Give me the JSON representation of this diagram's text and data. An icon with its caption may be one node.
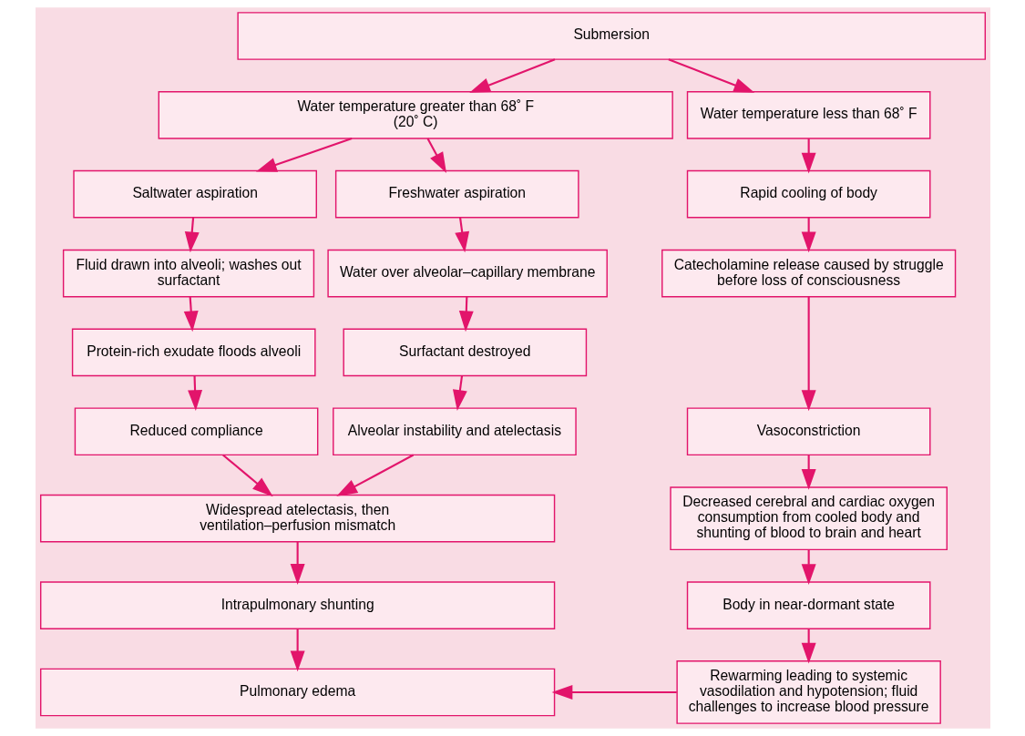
{
  "diagram": {
    "nodes": [
      {
        "text": [
          "Submersion"
        ]
      },
      {
        "text": [
          "Water temperature greater than 68˚ F (20˚ C)"
        ]
      },
      {
        "text": [
          "Water temperature less than 68˚ F"
        ]
      },
      {
        "text": [
          "Saltwater aspiration"
        ]
      },
      {
        "text": [
          "Freshwater aspiration"
        ]
      },
      {
        "text": [
          "Rapid cooling of body"
        ]
      },
      {
        "text": [
          "Fluid drawn into alveoli; washes out surfactant"
        ]
      },
      {
        "text": [
          "Water over alveolar–capillary membrane"
        ]
      },
      {
        "text": [
          "Catecholamine release caused by struggle before loss of consciousness"
        ]
      },
      {
        "text": [
          "Protein-rich exudate floods alveoli"
        ]
      },
      {
        "text": [
          "Surfactant destroyed"
        ]
      },
      {
        "text": [
          "Vasoconstriction"
        ]
      },
      {
        "text": [
          "Reduced compliance"
        ]
      },
      {
        "text": [
          "Alveolar instability and atelectasis"
        ]
      },
      {
        "text": [
          "Decreased cerebral and cardiac oxygen consumption from cooled body and shunting of blood to brain and heart"
        ]
      },
      {
        "text": [
          "Widespread atelectasis, then ventilation–perfusion mismatch"
        ]
      },
      {
        "text": [
          "Body in near-dormant state"
        ]
      },
      {
        "text": [
          "Intrapulmonary shunting"
        ]
      },
      {
        "text": [
          "Rewarming leading to systemic vasodilation and hypotension; fluid challenges to increase blood pressure"
        ]
      },
      {
        "text": [
          "Pulmonary edema"
        ]
      }
    ],
    "edges": [
      {
        "from": 0,
        "to": 1,
        "arrow": "to"
      },
      {
        "from": 0,
        "to": 2,
        "arrow": "to"
      },
      {
        "from": 1,
        "to": 3,
        "arrow": "to"
      },
      {
        "from": 1,
        "to": 4,
        "arrow": "to"
      },
      {
        "from": 2,
        "to": 5,
        "arrow": "to"
      },
      {
        "from": 3,
        "to": 6,
        "arrow": "to"
      },
      {
        "from": 4,
        "to": 7,
        "arrow": "to"
      },
      {
        "from": 5,
        "to": 8,
        "arrow": "to"
      },
      {
        "from": 6,
        "to": 9,
        "arrow": "to"
      },
      {
        "from": 7,
        "to": 10,
        "arrow": "to"
      },
      {
        "from": 8,
        "to": 11,
        "arrow": "to"
      },
      {
        "from": 9,
        "to": 12,
        "arrow": "to"
      },
      {
        "from": 10,
        "to": 13,
        "arrow": "to"
      },
      {
        "from": 11,
        "to": 14,
        "arrow": "to"
      },
      {
        "from": 12,
        "to": 15,
        "arrow": "to"
      },
      {
        "from": 13,
        "to": 15,
        "arrow": "to"
      },
      {
        "from": 14,
        "to": 16,
        "arrow": "to"
      },
      {
        "from": 15,
        "to": 17,
        "arrow": "to"
      },
      {
        "from": 16,
        "to": 18,
        "arrow": "to"
      },
      {
        "from": 17,
        "to": 19,
        "arrow": "to"
      },
      {
        "from": 18,
        "to": 19,
        "arrow": "to"
      }
    ]
  }
}
